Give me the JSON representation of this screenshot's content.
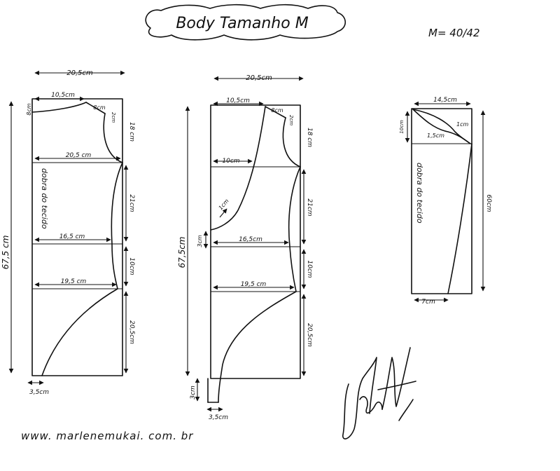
{
  "header": {
    "title": "Body Tamanho M",
    "size_note": "M= 40/42"
  },
  "pattern_front": {
    "top_width": "20,5cm",
    "neck_width": "10,5cm",
    "neck_depth": "8cm",
    "shoulder": "8cm",
    "shoulder_drop": "2cm",
    "armhole": "18 cm",
    "bust_width": "20,5 cm",
    "waist_width": "16,5 cm",
    "hip_width": "19,5 cm",
    "fold_label": "dobra do tecido",
    "seg_1": "21cm",
    "seg_2": "10cm",
    "seg_3": "20,5cm",
    "total_length": "67,5 cm",
    "crotch_width": "3,5cm"
  },
  "pattern_back": {
    "top_width": "20,5cm",
    "neck_width": "10,5cm",
    "shoulder": "8cm",
    "shoulder_drop": "2cm",
    "armhole": "18 cm",
    "neck_depth_label": "10cm",
    "curve_note": "1cm",
    "side_offset": "3cm",
    "waist_width": "16,5cm",
    "hip_width": "19,5 cm",
    "seg_1": "21cm",
    "seg_2": "10cm",
    "seg_3": "20,5cm",
    "total_length": "67,5cm",
    "crotch_height": "3cm",
    "crotch_width": "3,5cm"
  },
  "pattern_sleeve": {
    "top_width": "14,5cm",
    "cap_height": "10cm",
    "curve_front": "1,5cm",
    "curve_back": "1cm",
    "fold_label": "dobra do tecido",
    "length": "60cm",
    "bottom_width": "7cm"
  },
  "footer": {
    "website": "www. marlenemukai. com. br"
  }
}
